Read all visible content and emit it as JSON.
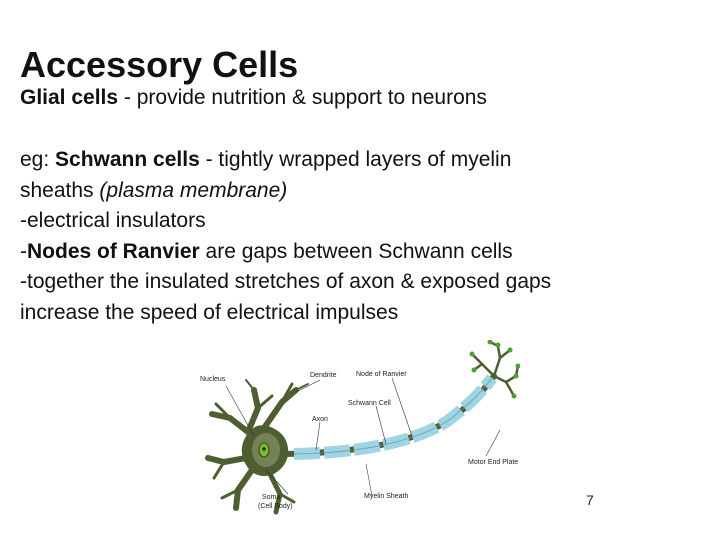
{
  "slide": {
    "title": "Accessory Cells",
    "subtitle": {
      "term": "Glial cells",
      "rest": " - provide nutrition & support to neurons"
    },
    "body": {
      "line1_prefix": "eg:  ",
      "line1_term": "Schwann cells",
      "line1_rest": " - tightly wrapped layers of myelin",
      "line2_text": " sheaths ",
      "line2_italic": "(plasma membrane)",
      "line3": "-electrical insulators",
      "line4_prefix": "-",
      "line4_term": "Nodes of Ranvier",
      "line4_rest": " are gaps between Schwann cells",
      "line5": "-together the insulated stretches of axon & exposed gaps",
      "line6": " increase the speed of electrical impulses"
    },
    "page_number": "7"
  },
  "diagram": {
    "labels": {
      "nucleus": "Nucleus",
      "dendrite": "Dendrite",
      "node_of_ranvier": "Node of Ranvier",
      "schwann_cell": "Schwann Cell",
      "axon": "Axon",
      "motor_end_plate": "Motor End Plate",
      "soma": "Soma",
      "cell_body": "(Cell Body)",
      "myelin_sheath": "Myelin Sheath"
    },
    "colors": {
      "cell_body": "#4d5e30",
      "cell_fill_light": "#8e9c6e",
      "nucleus": "#7fb83a",
      "myelin": "#9fd4e3",
      "myelin_outline": "#5f8fa0",
      "end_plate": "#4aa32f"
    }
  }
}
